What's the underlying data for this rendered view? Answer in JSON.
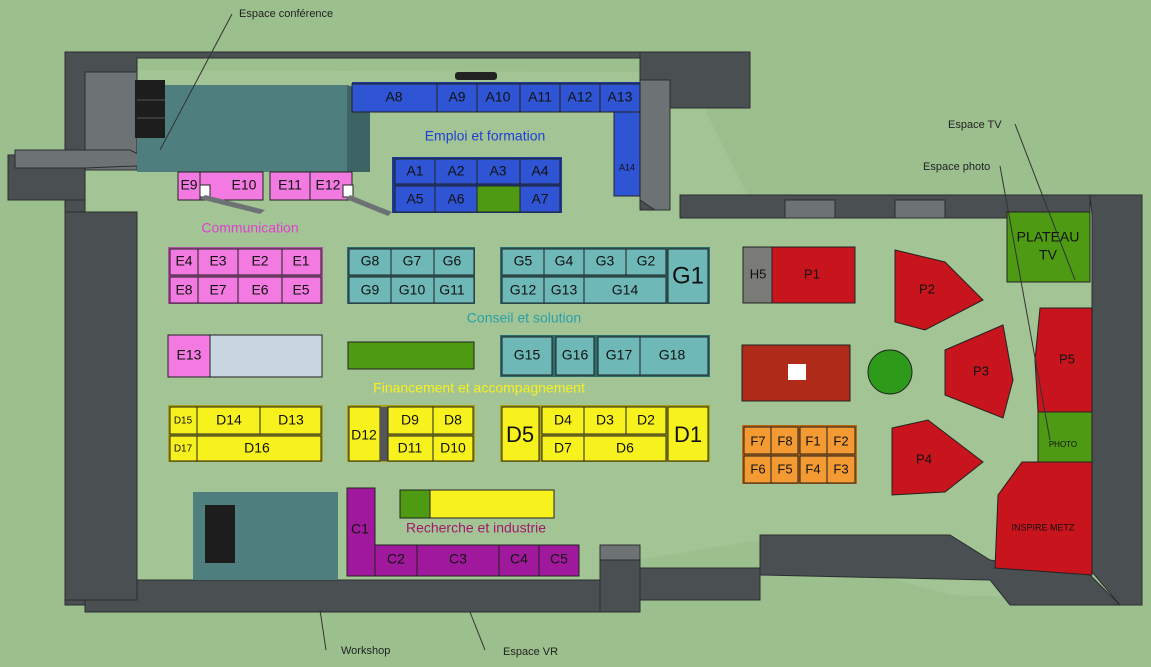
{
  "colors": {
    "emploi": "#2f55d4",
    "communication": "#f27ae0",
    "conseil": "#6fb8b8",
    "financement": "#f7f21e",
    "recherche": "#a0199c",
    "pole": "#c8141c",
    "f_zone": "#f39a32",
    "green": "#4e9a12",
    "floor": "#9cbf8e"
  },
  "zones": {
    "emploi": "Emploi et formation",
    "communication": "Communication",
    "conseil": "Conseil et solution",
    "financement": "Financement et accompagnement",
    "recherche": "Recherche et industrie"
  },
  "callouts": {
    "conference": "Espace conférence",
    "tv": "Espace TV",
    "photo": "Espace photo",
    "workshop": "Workshop",
    "vr": "Espace VR"
  },
  "stands": {
    "plateau_tv_line1": "PLATEAU",
    "plateau_tv_line2": "TV",
    "photo": "PHOTO",
    "inspire": "INSPIRE METZ"
  },
  "booths": {
    "A8": "A8",
    "A9": "A9",
    "A10": "A10",
    "A11": "A11",
    "A12": "A12",
    "A13": "A13",
    "A14": "A14",
    "A1": "A1",
    "A2": "A2",
    "A3": "A3",
    "A4": "A4",
    "A5": "A5",
    "A6": "A6",
    "A7": "A7",
    "E9": "E9",
    "E10": "E10",
    "E11": "E11",
    "E12": "E12",
    "E4": "E4",
    "E3": "E3",
    "E2": "E2",
    "E1": "E1",
    "E8": "E8",
    "E7": "E7",
    "E6": "E6",
    "E5": "E5",
    "E13": "E13",
    "G8": "G8",
    "G7": "G7",
    "G6": "G6",
    "G9": "G9",
    "G10": "G10",
    "G11": "G11",
    "G5": "G5",
    "G4": "G4",
    "G3": "G3",
    "G2": "G2",
    "G12": "G12",
    "G13": "G13",
    "G14": "G14",
    "G1": "G1",
    "G15": "G15",
    "G16": "G16",
    "G17": "G17",
    "G18": "G18",
    "D15": "D15",
    "D14": "D14",
    "D13": "D13",
    "D17": "D17",
    "D16": "D16",
    "D12": "D12",
    "D9": "D9",
    "D8": "D8",
    "D11": "D11",
    "D10": "D10",
    "D5": "D5",
    "D4": "D4",
    "D3": "D3",
    "D2": "D2",
    "D7": "D7",
    "D6": "D6",
    "D1": "D1",
    "C1": "C1",
    "C2": "C2",
    "C3": "C3",
    "C4": "C4",
    "C5": "C5",
    "H5": "H5",
    "P1": "P1",
    "P2": "P2",
    "P3": "P3",
    "P4": "P4",
    "P5": "P5",
    "F7": "F7",
    "F8": "F8",
    "F1": "F1",
    "F2": "F2",
    "F6": "F6",
    "F5": "F5",
    "F4": "F4",
    "F3": "F3"
  }
}
